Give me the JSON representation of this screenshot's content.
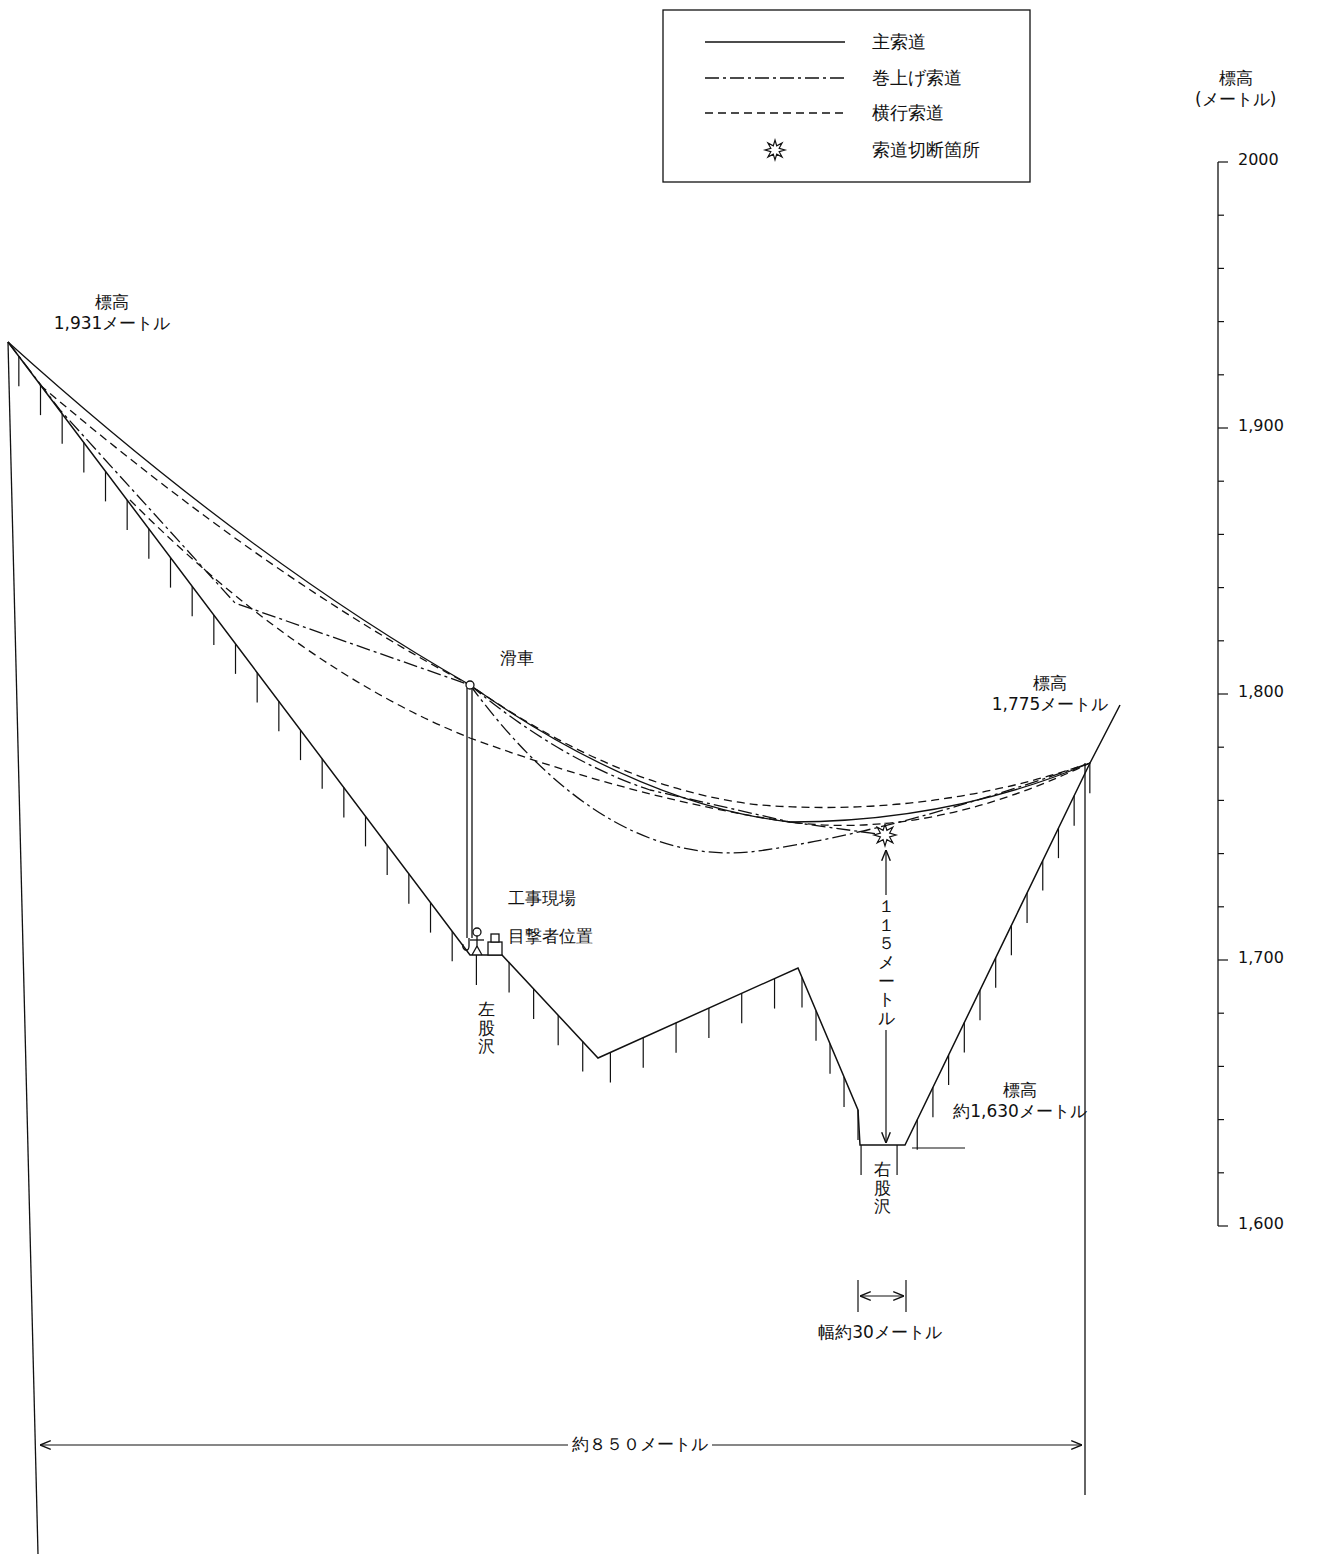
{
  "diagram": {
    "labels": [
      "標高 (メートル)",
      "2000",
      "1,900",
      "1,800",
      "1,700",
      "1,600",
      "標高 1,931メートル",
      "滑車",
      "標高 1,775メートル",
      "工事現場",
      "目撃者位置",
      "左股沢",
      "１１５メートル",
      "右股沢",
      "標高 約1,630メートル",
      "幅約30メートル",
      "約８５０メートル"
    ],
    "legend": [
      {
        "text": "主索道"
      },
      {
        "text": "巻上げ索道"
      },
      {
        "text": "横行索道"
      },
      {
        "text": "索道切断箇所"
      }
    ]
  }
}
